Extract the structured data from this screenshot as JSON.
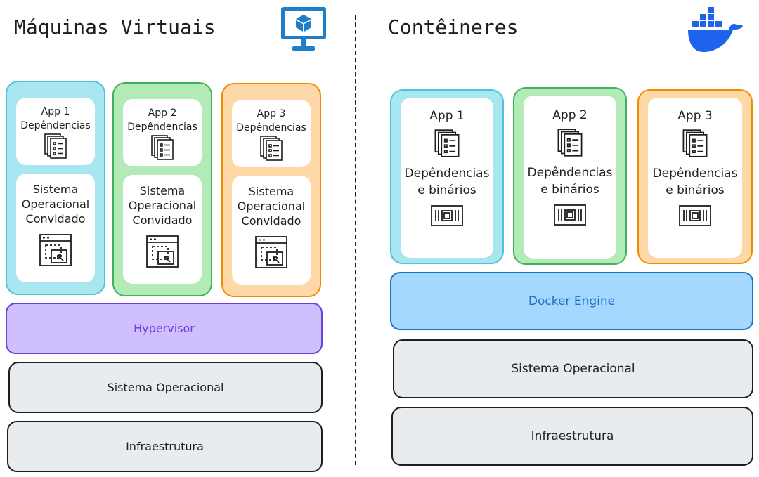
{
  "left": {
    "title": "Máquinas Virtuais",
    "columns": [
      {
        "app": "App 1",
        "deps": "Depêndencias",
        "os": [
          "Sistema",
          "Operacional",
          "Convidado"
        ],
        "color": "#4fc3d9",
        "fill": "#a8e6f0"
      },
      {
        "app": "App 2",
        "deps": "Depêndencias",
        "os": [
          "Sistema",
          "Operacional",
          "Convidado"
        ],
        "color": "#40b060",
        "fill": "#b2ebb5"
      },
      {
        "app": "App 3",
        "deps": "Depêndencias",
        "os": [
          "Sistema",
          "Operacional",
          "Convidado"
        ],
        "color": "#f08c00",
        "fill": "#ffd8a8"
      }
    ],
    "hypervisor": "Hypervisor",
    "os": "Sistema Operacional",
    "infra": "Infraestrutura"
  },
  "right": {
    "title": "Contêineres",
    "columns": [
      {
        "app": "App 1",
        "deps": [
          "Depêndencias",
          "e binários"
        ]
      },
      {
        "app": "App 2",
        "deps": [
          "Depêndencias",
          "e binários"
        ]
      },
      {
        "app": "App 3",
        "deps": [
          "Depêndencias",
          "e binários"
        ]
      }
    ],
    "engine": "Docker Engine",
    "os": "Sistema Operacional",
    "infra": "Infraestrutura"
  },
  "colors": {
    "hypervisor_fill": "#d0bfff",
    "hypervisor_stroke": "#6741d9",
    "hypervisor_text": "#6741d9",
    "engine_fill": "#a5d8ff",
    "engine_stroke": "#1971c2",
    "engine_text": "#1971c2",
    "gray_fill": "#e9ecef",
    "vm_icon": "#1e7ec8",
    "docker_blue": "#1d63ed"
  },
  "icons": [
    "monitor-cube-icon",
    "docker-whale-icon",
    "document-stack-icon",
    "window-cursor-icon",
    "chip-icon"
  ]
}
